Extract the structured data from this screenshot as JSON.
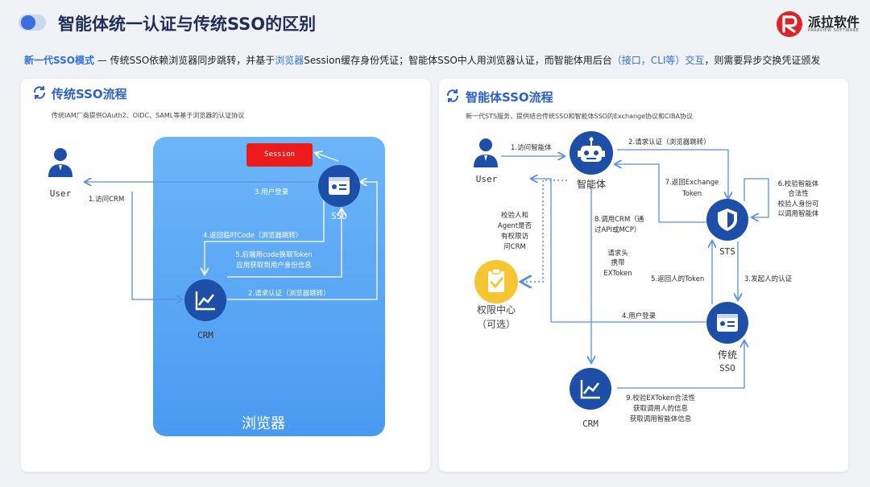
{
  "header": {
    "title": "智能体统一认证与传统SSO的区别",
    "logo_text": "派拉软件",
    "logo_sub": "PARAVIEW SOFTWARE"
  },
  "subtitle": {
    "mode": "新一代SSO模式",
    "dash": " — ",
    "text_a": "传统SSO依赖浏览器同步跳转，并基于",
    "text_hl1": "浏览器",
    "text_b": "Session缓存身份凭证；智能体SSO中人用浏览器认证，而智能体用后台",
    "text_hl2": "（接口，CLI等）交互",
    "text_c": "，则需要异步交换凭证颁发"
  },
  "left": {
    "title": "传统SSO流程",
    "desc": "传统IAM厂商提供OAuth2、OIDC、SAML等基于浏览器的认证协议",
    "browser_label": "浏览器",
    "session_label": "Session",
    "nodes": {
      "user": "User",
      "sso": "SSO",
      "crm": "CRM"
    },
    "steps": {
      "s1": "1.访问CRM",
      "s2": "2.请求认证（浏览器跳转）",
      "s3": "3.用户登录",
      "s4": "4.返回临时Code（浏览器跳转）",
      "s5a": "5.后端用code换取Token",
      "s5b": "应用获取到用户身份信息"
    }
  },
  "right": {
    "title": "智能体SSO流程",
    "desc": "新一代STS服务，提供结合传统SSO和智能体SSO的Exchange协议和CIBA协议",
    "nodes": {
      "user": "User",
      "agent": "智能体",
      "sts": "STS",
      "sso_a": "传统",
      "sso_b": "SSO",
      "crm": "CRM",
      "perm_a": "权限中心",
      "perm_b": "（可选）"
    },
    "steps": {
      "s1": "1.访问智能体",
      "s2": "2.请求认证（浏览器跳转）",
      "s3": "3.发起人的认证",
      "s4": "4.用户登录",
      "s5": "5.返回人的Token",
      "s6a": "6.校验智能体",
      "s6b": "合法性",
      "s6c": "校验人身份可",
      "s6d": "以调用智能体",
      "s7a": "7.返回Exchange",
      "s7b": "Token",
      "s8a": "8.调用CRM（通",
      "s8b": "过API或MCP）",
      "s8c": "请求头",
      "s8d": "携带",
      "s8e": "EXToken",
      "s9a": "9.校验EXToken合法性",
      "s9b": "获取调用人的信息",
      "s9c": "获取调用智能体信息",
      "perm_q_a": "校验人和",
      "perm_q_b": "Agent是否",
      "perm_q_c": "有权限访",
      "perm_q_d": "问CRM"
    }
  },
  "colors": {
    "title_blue": "#1f2d5a",
    "accent": "#2a62c9",
    "node_dark": "#1e4fa8",
    "arrow": "#5b8fe0",
    "session_red": "#ee1b1b",
    "perm_yellow": "#f7c531"
  }
}
